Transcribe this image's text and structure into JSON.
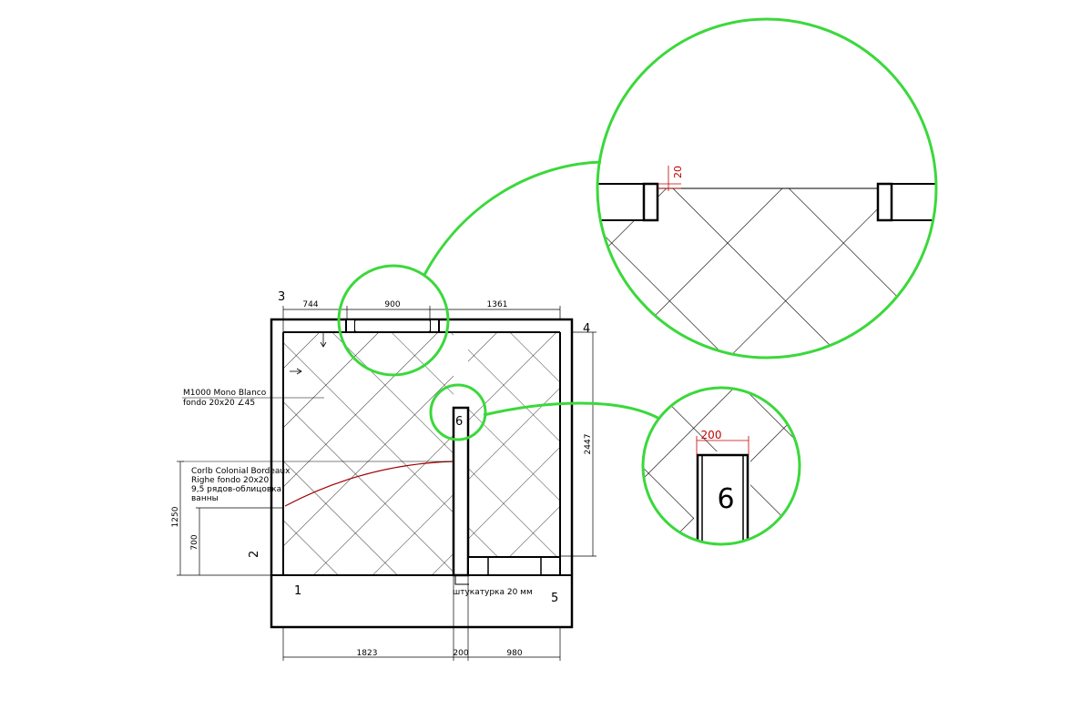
{
  "dimensions": {
    "top": [
      "744",
      "900",
      "1361"
    ],
    "bottom": [
      "1823",
      "200",
      "980"
    ],
    "right": "2447",
    "left_outer": "1250",
    "left_inner": "700",
    "zoom_gap": "20",
    "zoom_post": "200"
  },
  "markers": {
    "m1": "1",
    "m2": "2",
    "m3": "3",
    "m4": "4",
    "m5": "5",
    "m6": "6",
    "m6_zoom": "6"
  },
  "notes": {
    "tile_a_line1": "M1000 Mono Blanco",
    "tile_a_line2": "fondo 20x20 ∠45",
    "tile_b_line1": "Corlb Colonial Bordeaux",
    "tile_b_line2": "Righe fondo 20x20",
    "tile_b_line3": "9,5 рядов-облицовка",
    "tile_b_line4": "ванны",
    "plaster": "штукатурка 20 мм"
  },
  "colors": {
    "highlight": "#3bd83b",
    "dimension_red": "#c00000",
    "line": "#000000"
  }
}
